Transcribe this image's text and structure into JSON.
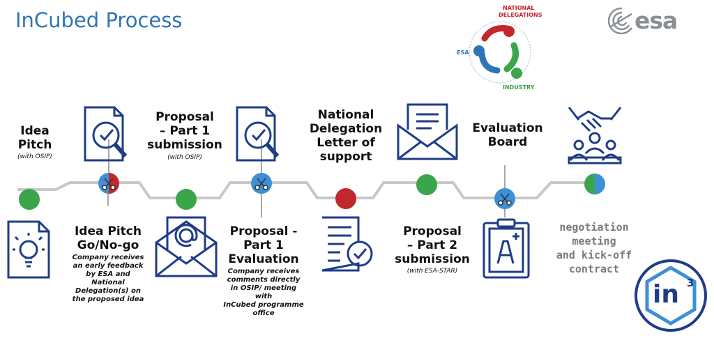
{
  "header": {
    "title": "InCubed Process",
    "esa_logo_text": "esa"
  },
  "partner_logo": {
    "top_label": "NATIONAL",
    "top_label_2": "DELEGATIONS",
    "left_label": "ESA",
    "bottom_label": "INDUSTRY"
  },
  "colors": {
    "title_blue": "#2e75b6",
    "icon_navy": "#1f3c88",
    "node_green": "#3aa54a",
    "node_red": "#c1272d",
    "node_blue": "#3d8fd6",
    "line_gray": "#c8c8c8"
  },
  "stages": {
    "idea_pitch": {
      "label": "Idea\nPitch",
      "sub": "(with OSIP)"
    },
    "idea_go": {
      "label": "Idea Pitch\nGo/No-go",
      "desc": "Company receives\nan early feedback\nby ESA and\nNational\nDelegation(s) on\nthe proposed idea"
    },
    "proposal_p1": {
      "label": "Proposal\n– Part 1\nsubmission",
      "sub": "(with OSIP)"
    },
    "proposal_p1_eval": {
      "label": "Proposal -\nPart 1\nEvaluation",
      "desc": "Company receives\ncomments directly\nin OSIP/ meeting\nwith\nInCubed programme\noffice"
    },
    "nat_del": {
      "label": "National\nDelegation\nLetter of\nsupport"
    },
    "proposal_p2": {
      "label": "Proposal\n– Part 2\nsubmission",
      "sub": "(with ESA-STAR)"
    },
    "eval_board": {
      "label": "Evaluation\nBoard"
    },
    "final": {
      "label": "negotiation\nmeeting\nand kick-off\ncontract"
    }
  },
  "in3_logo": {
    "text": "in",
    "sup": "3"
  }
}
